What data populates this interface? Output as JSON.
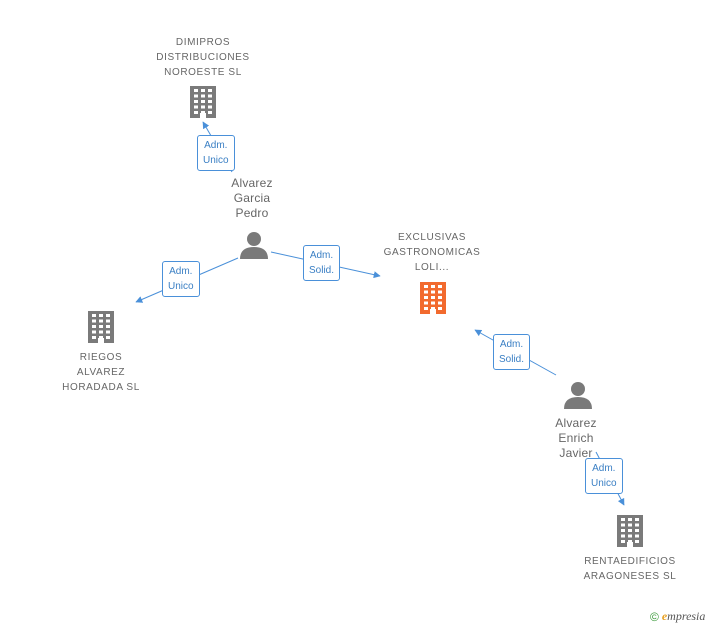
{
  "nodes": {
    "dimipros": {
      "label": "DIMIPROS\nDISTRIBUCIONES\nNOROESTE SL",
      "kind": "company",
      "color": "#7a7a7a"
    },
    "riegos": {
      "label": "RIEGOS\nALVAREZ\nHORADADA SL",
      "kind": "company",
      "color": "#7a7a7a"
    },
    "exclusivas": {
      "label": "EXCLUSIVAS\nGASTRONOMICAS\nLOLI...",
      "kind": "company",
      "color": "#f26a2e"
    },
    "rentaedificios": {
      "label": "RENTAEDIFICIOS\nARAGONESES SL",
      "kind": "company",
      "color": "#7a7a7a"
    },
    "alvarez_garcia": {
      "label": "Alvarez\nGarcia\nPedro",
      "kind": "person",
      "color": "#7a7a7a"
    },
    "alvarez_enrich": {
      "label": "Alvarez\nEnrich\nJavier",
      "kind": "person",
      "color": "#7a7a7a"
    }
  },
  "edges": [
    {
      "from": "alvarez_garcia",
      "to": "dimipros",
      "label": "Adm.\nUnico"
    },
    {
      "from": "alvarez_garcia",
      "to": "riegos",
      "label": "Adm.\nUnico"
    },
    {
      "from": "alvarez_garcia",
      "to": "exclusivas",
      "label": "Adm.\nSolid."
    },
    {
      "from": "alvarez_enrich",
      "to": "exclusivas",
      "label": "Adm.\nSolid."
    },
    {
      "from": "alvarez_enrich",
      "to": "rentaedificios",
      "label": "Adm.\nUnico"
    }
  ],
  "footer": {
    "copyright": "©",
    "brand_e": "e",
    "brand_rest": "mpresia"
  },
  "colors": {
    "edge": "#4a90d9"
  }
}
